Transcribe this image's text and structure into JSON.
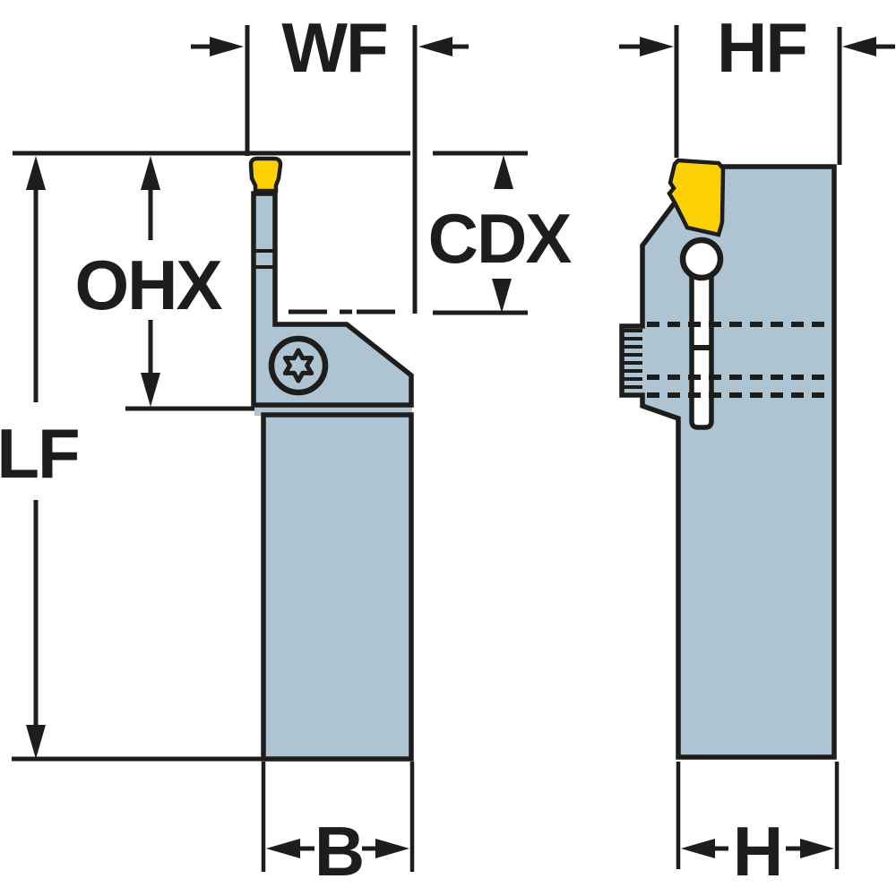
{
  "diagram": {
    "title": "tool-holder-dimension-drawing",
    "dimension_labels": {
      "wf": "WF",
      "hf": "HF",
      "cdx": "CDX",
      "ohx": "OHX",
      "lf": "LF",
      "b": "B",
      "h": "H"
    },
    "colors": {
      "insert_yellow": "#FDD005",
      "body_gray_blue": "#AFC4D3",
      "line_black": "#1D1D1B",
      "background": "#FFFFFF",
      "slot_white": "#FFFFFF"
    }
  }
}
